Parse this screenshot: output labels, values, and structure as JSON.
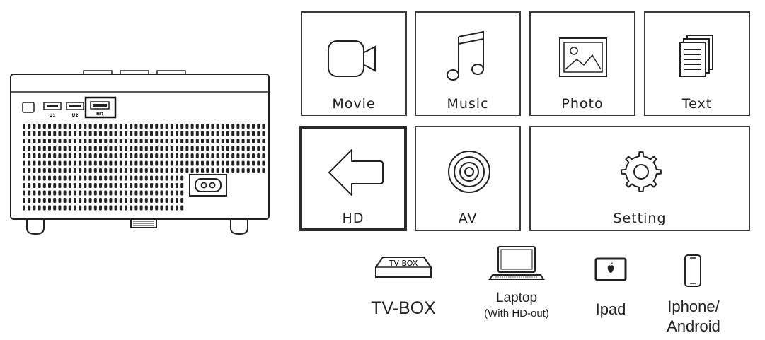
{
  "projector": {
    "ports": [
      "U1",
      "U2",
      "HD"
    ]
  },
  "menu": {
    "tiles": [
      {
        "label": "Movie",
        "icon": "video-camera-icon"
      },
      {
        "label": "Music",
        "icon": "music-note-icon"
      },
      {
        "label": "Photo",
        "icon": "photo-icon"
      },
      {
        "label": "Text",
        "icon": "document-icon"
      },
      {
        "label": "HD",
        "icon": "input-arrow-icon",
        "selected": true
      },
      {
        "label": "AV",
        "icon": "av-circle-icon"
      },
      {
        "label": "Setting",
        "icon": "gear-icon"
      }
    ]
  },
  "devices": [
    {
      "box_text": "TV BOX",
      "label": "TV-BOX",
      "icon": "tv-box-icon"
    },
    {
      "label": "Laptop",
      "sublabel": "(With HD-out)",
      "icon": "laptop-icon"
    },
    {
      "label": "Ipad",
      "icon": "tablet-icon"
    },
    {
      "label": "Iphone/",
      "label2": "Android",
      "icon": "phone-icon"
    }
  ]
}
